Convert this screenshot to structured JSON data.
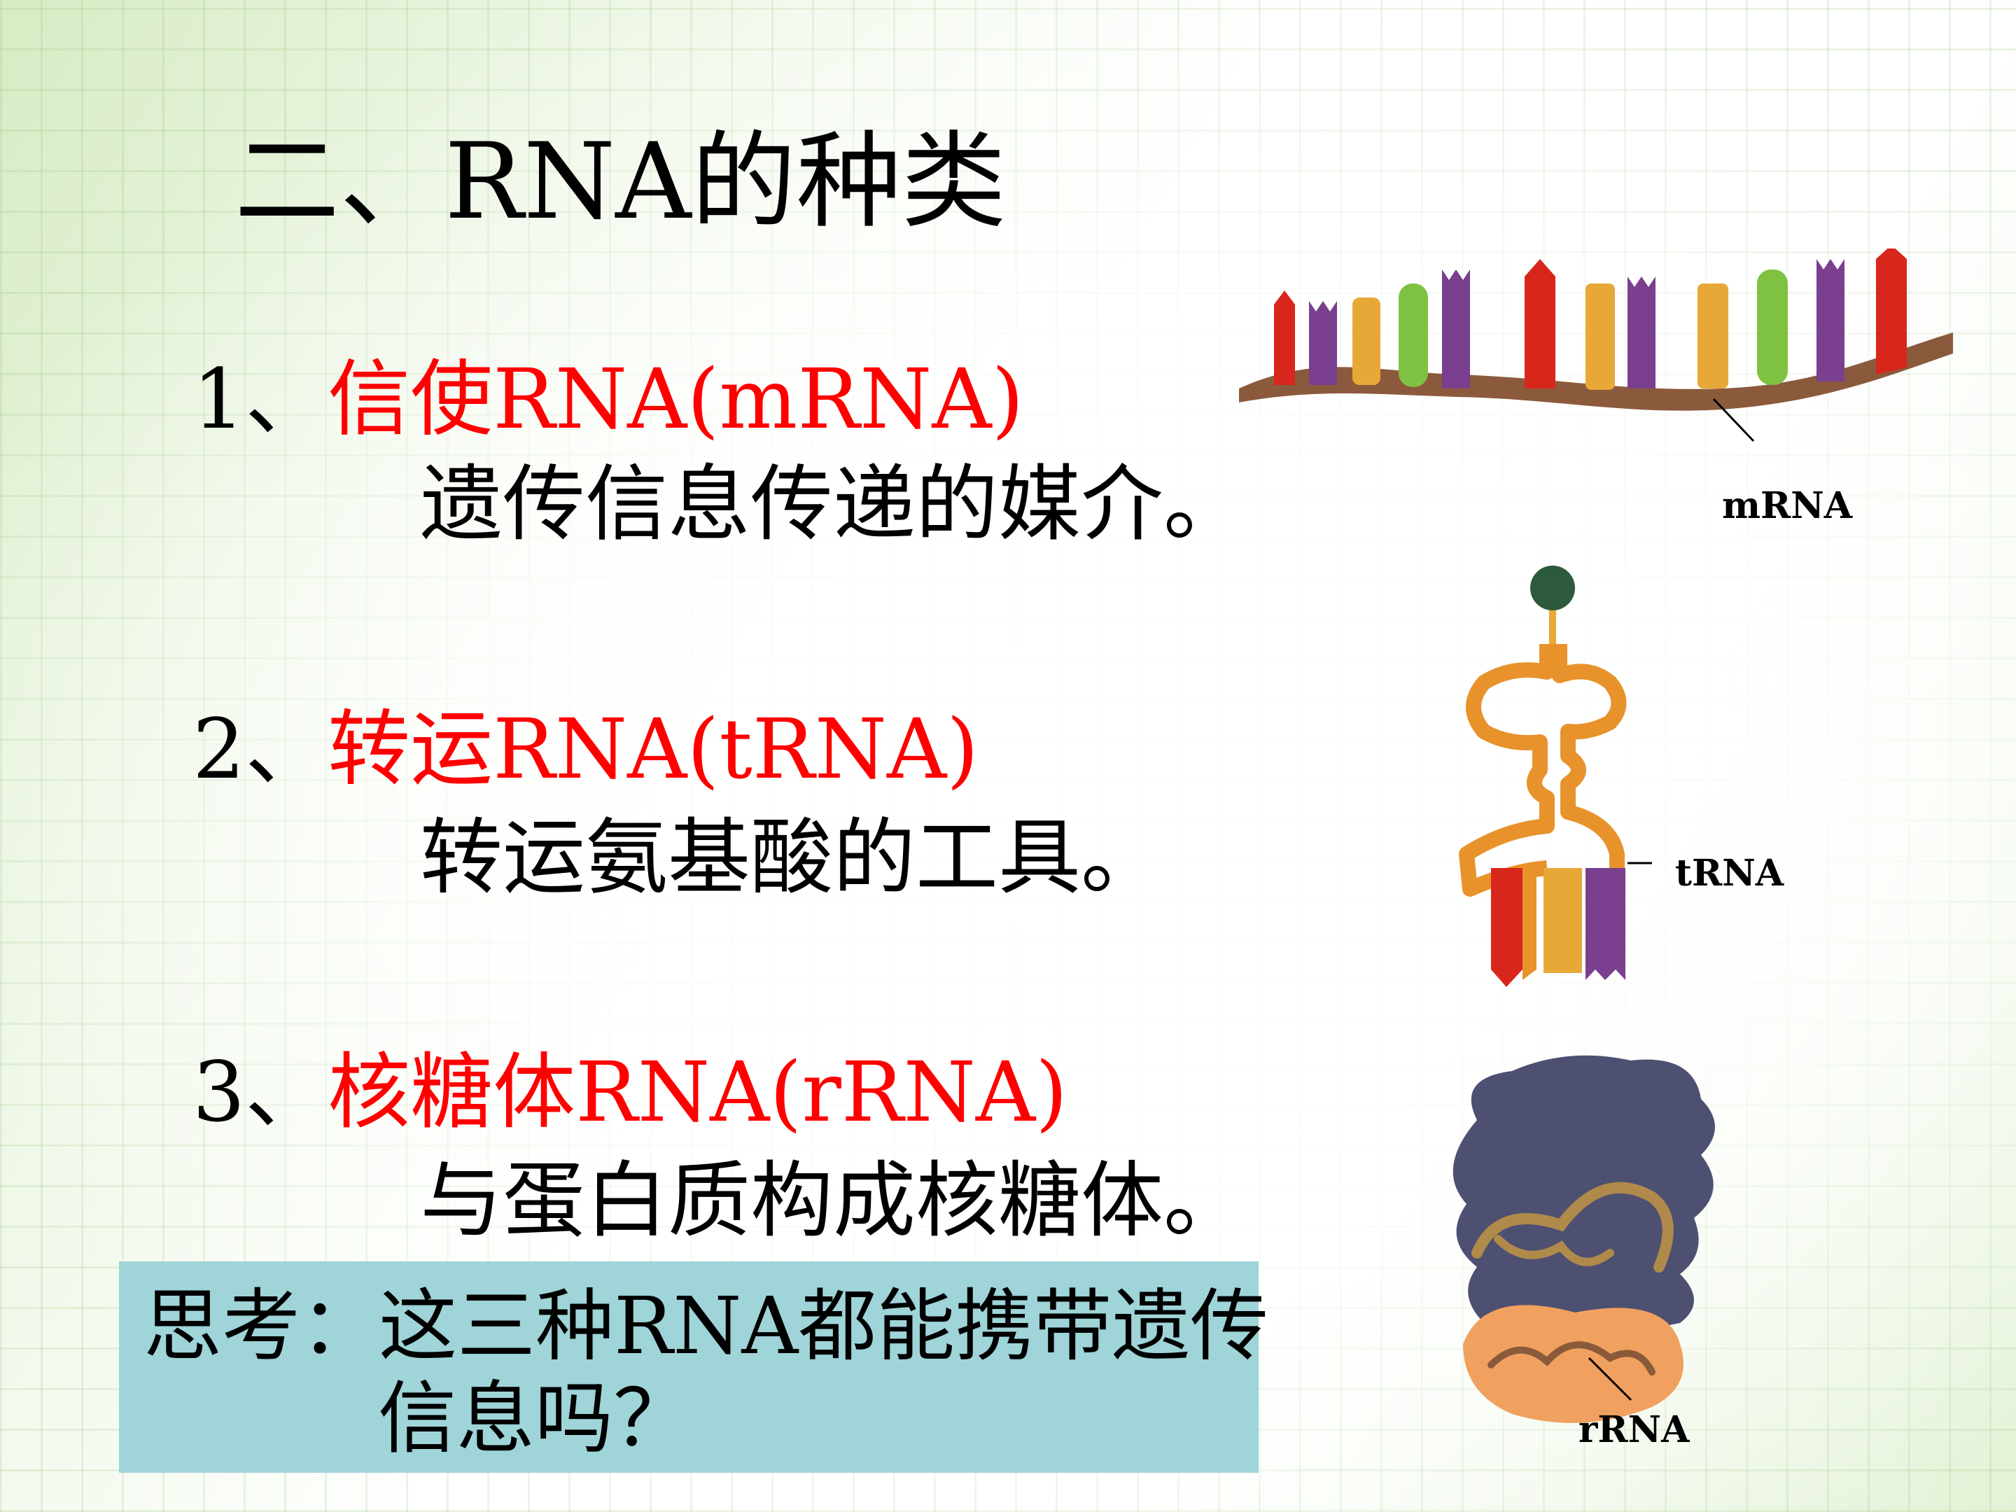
{
  "title": "二、RNA的种类",
  "items": [
    {
      "num": "1、",
      "name": "信使RNA(mRNA)",
      "desc": "遗传信息传递的媒介。"
    },
    {
      "num": "2、",
      "name": "转运RNA(tRNA)",
      "desc": "转运氨基酸的工具。"
    },
    {
      "num": "3、",
      "name": "核糖体RNA(rRNA)",
      "desc": "与蛋白质构成核糖体。"
    }
  ],
  "think": {
    "line1": "思考：这三种RNA都能携带遗传",
    "line2": "信息吗？"
  },
  "figure_labels": {
    "mrna": "mRNA",
    "trna": "tRNA",
    "rrna": "rRNA"
  },
  "colors": {
    "highlight": "#ff0000",
    "think_box": "#9fd4d8"
  }
}
